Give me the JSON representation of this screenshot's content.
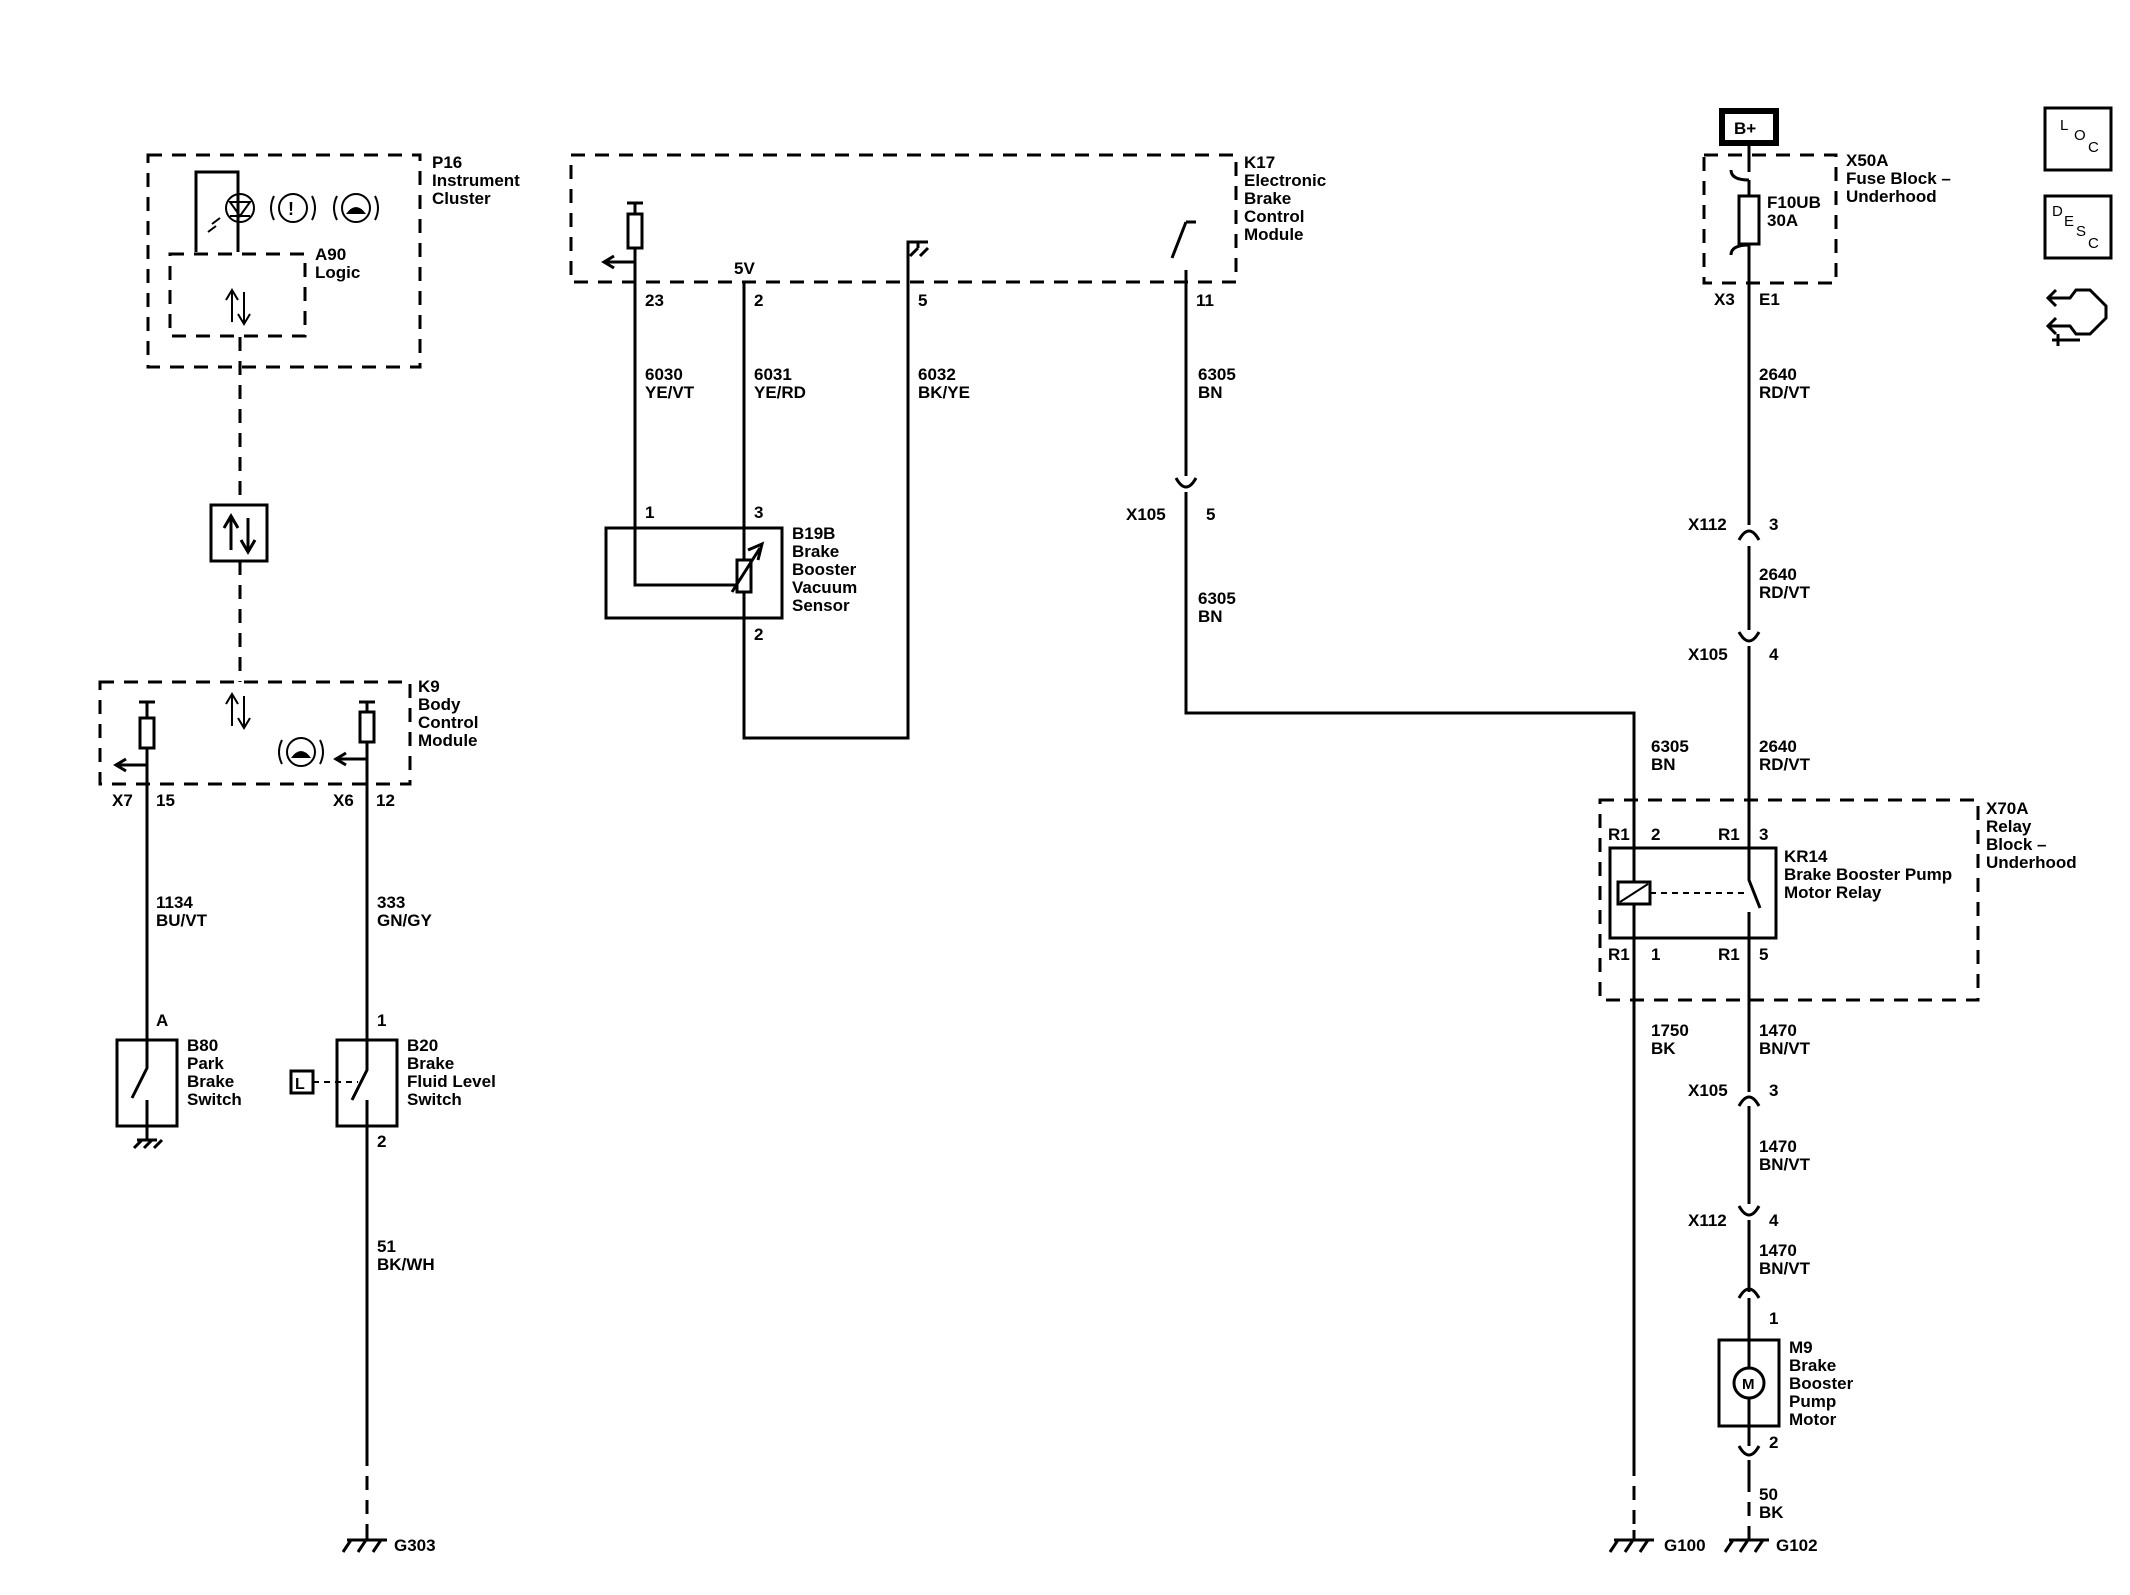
{
  "components": {
    "p16": [
      "P16",
      "Instrument",
      "Cluster"
    ],
    "a90": [
      "A90",
      "Logic"
    ],
    "k9": [
      "K9",
      "Body",
      "Control",
      "Module"
    ],
    "k17": [
      "K17",
      "Electronic",
      "Brake",
      "Control",
      "Module"
    ],
    "b19b": [
      "B19B",
      "Brake",
      "Booster",
      "Vacuum",
      "Sensor"
    ],
    "b80": [
      "B80",
      "Park",
      "Brake",
      "Switch"
    ],
    "b20": [
      "B20",
      "Brake",
      "Fluid Level",
      "Switch"
    ],
    "x50a": [
      "X50A",
      "Fuse Block –",
      "Underhood"
    ],
    "f10ub": [
      "F10UB",
      "30A"
    ],
    "x70a": [
      "X70A",
      "Relay",
      "Block –",
      "Underhood"
    ],
    "kr14": [
      "KR14",
      "Brake Booster Pump",
      "Motor Relay"
    ],
    "m9": [
      "M9",
      "Brake",
      "Booster",
      "Pump",
      "Motor"
    ]
  },
  "power": {
    "battery": "B+",
    "voltage_ref": "5V"
  },
  "wires": {
    "w6030": [
      "6030",
      "YE/VT"
    ],
    "w6031": [
      "6031",
      "YE/RD"
    ],
    "w6032": [
      "6032",
      "BK/YE"
    ],
    "w6305a": [
      "6305",
      "BN"
    ],
    "w6305b": [
      "6305",
      "BN"
    ],
    "w6305c": [
      "6305",
      "BN"
    ],
    "w2640a": [
      "2640",
      "RD/VT"
    ],
    "w2640b": [
      "2640",
      "RD/VT"
    ],
    "w2640c": [
      "2640",
      "RD/VT"
    ],
    "w1134": [
      "1134",
      "BU/VT"
    ],
    "w333": [
      "333",
      "GN/GY"
    ],
    "w51": [
      "51",
      "BK/WH"
    ],
    "w1750": [
      "1750",
      "BK"
    ],
    "w1470a": [
      "1470",
      "BN/VT"
    ],
    "w1470b": [
      "1470",
      "BN/VT"
    ],
    "w1470c": [
      "1470",
      "BN/VT"
    ],
    "w50": [
      "50",
      "BK"
    ]
  },
  "pins": {
    "k17_23": "23",
    "k17_2": "2",
    "k17_5": "5",
    "k17_11": "11",
    "b19b_1": "1",
    "b19b_3": "3",
    "b19b_2": "2",
    "k9_x7": "X7",
    "k9_15": "15",
    "k9_x6": "X6",
    "k9_12": "12",
    "b80_a": "A",
    "b20_1": "1",
    "b20_2": "2",
    "x3": "X3",
    "e1": "E1",
    "x105_a": "X105",
    "x105_a_pin": "5",
    "x112_a": "X112",
    "x112_a_pin": "3",
    "x105_b": "X105",
    "x105_b_pin": "4",
    "kr14_r1_2": "R1",
    "kr14_2": "2",
    "kr14_r1_3": "R1",
    "kr14_3": "3",
    "kr14_r1_1": "R1",
    "kr14_1": "1",
    "kr14_r1_5": "R1",
    "kr14_5": "5",
    "x105_c": "X105",
    "x105_c_pin": "3",
    "x112_b": "X112",
    "x112_b_pin": "4",
    "m9_1": "1",
    "m9_2": "2",
    "b20_l": "L"
  },
  "grounds": {
    "g303": "G303",
    "g100": "G100",
    "g102": "G102"
  },
  "nav_icons": {
    "loc": {
      "letters": [
        "L",
        "O",
        "C"
      ],
      "icon": "location-icon"
    },
    "desc": {
      "letters": [
        "D",
        "E",
        "S",
        "C"
      ],
      "icon": "description-icon"
    },
    "service": {
      "icon": "connector-service-icon"
    }
  }
}
